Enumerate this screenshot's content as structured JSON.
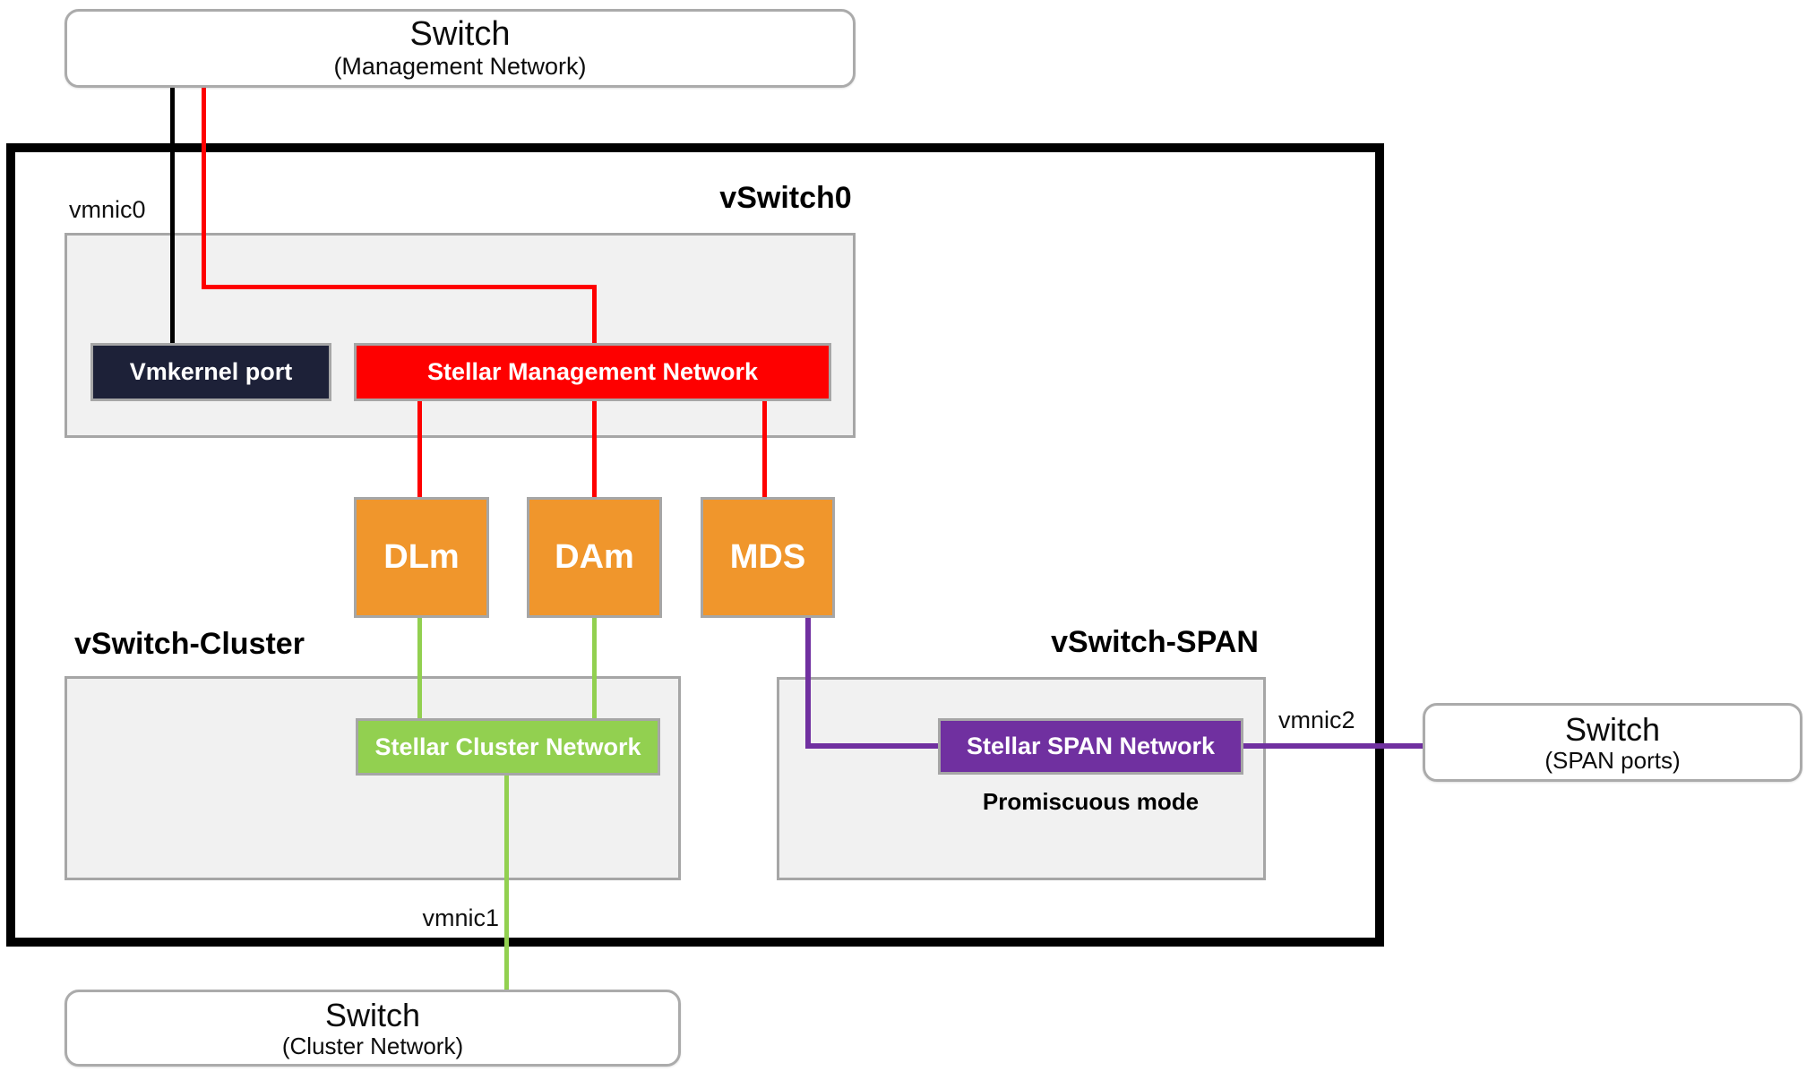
{
  "colors": {
    "red": "#fe0000",
    "orange": "#f0962c",
    "green": "#92d050",
    "purple": "#7030a0",
    "navy": "#1d2138",
    "gray-fill": "#f1f1f1",
    "gray-border": "#a6a6a6",
    "switch-border": "#ababab",
    "host-border": "#000000",
    "black-line": "#000000"
  },
  "switches": {
    "management": {
      "title": "Switch",
      "subtitle": "(Management Network)"
    },
    "span": {
      "title": "Switch",
      "subtitle": "(SPAN ports)"
    },
    "cluster": {
      "title": "Switch",
      "subtitle": "(Cluster Network)"
    }
  },
  "host": {
    "vswitch0": {
      "title": "vSwitch0",
      "vmkernel": "Vmkernel port",
      "management_pg": "Stellar Management Network"
    },
    "vms": {
      "dlm": "DLm",
      "dam": "DAm",
      "mds": "MDS"
    },
    "cluster": {
      "title": "vSwitch-Cluster",
      "pg": "Stellar Cluster Network"
    },
    "span": {
      "title": "vSwitch-SPAN",
      "pg": "Stellar SPAN Network",
      "mode": "Promiscuous mode"
    },
    "nics": {
      "vmnic0": "vmnic0",
      "vmnic1": "vmnic1",
      "vmnic2": "vmnic2"
    }
  }
}
